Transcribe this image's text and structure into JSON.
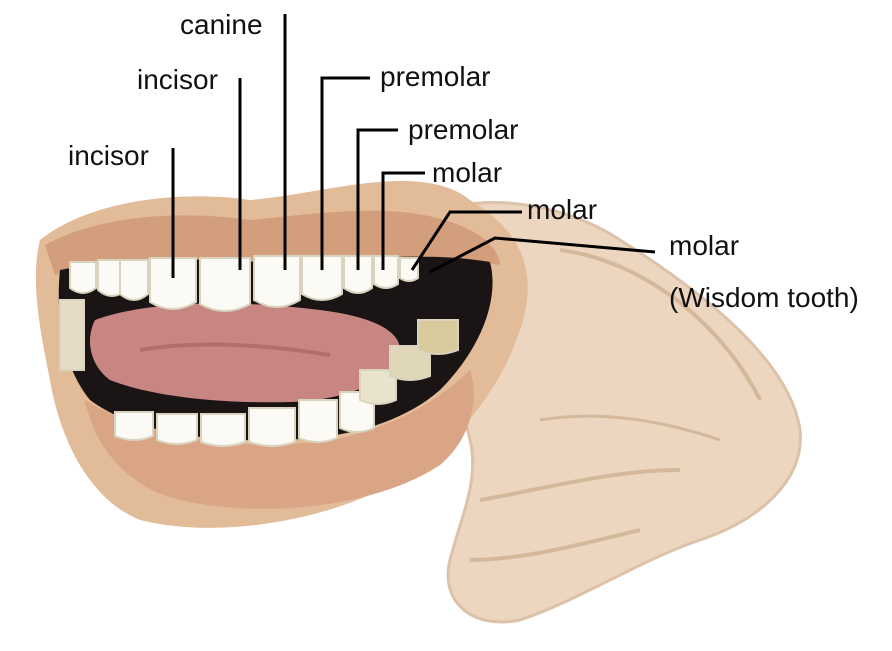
{
  "labels": {
    "incisor_1": "incisor",
    "incisor_2": "incisor",
    "canine": "canine",
    "premolar_1": "premolar",
    "premolar_2": "premolar",
    "molar_1": "molar",
    "molar_2": "molar",
    "molar_3": "molar",
    "molar_3_note": "(Wisdom tooth)"
  },
  "colors": {
    "skin": "#e8c6a4",
    "lip": "#d9a585",
    "lip_shadow": "#b87f5f",
    "tongue": "#c98585",
    "mouth_dark": "#151010",
    "tooth": "#fbfaf4",
    "leader_line": "#000000"
  }
}
